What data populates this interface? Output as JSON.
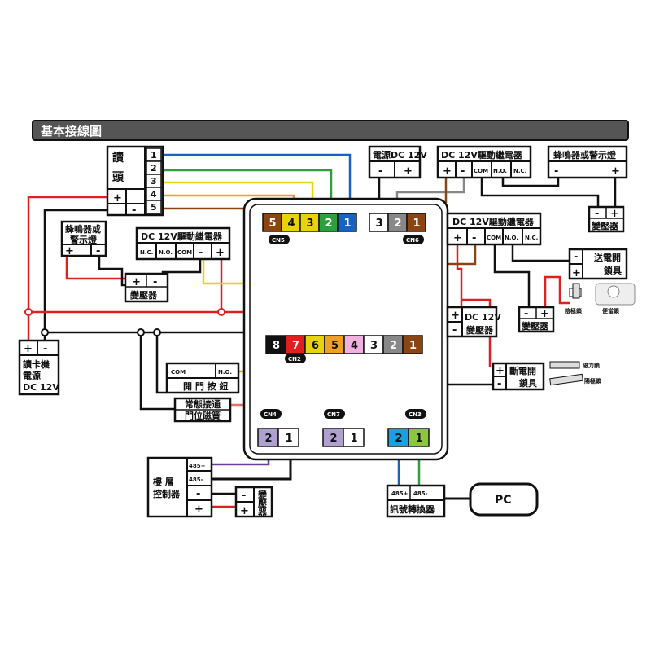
{
  "title": "基本接線圖",
  "reader": {
    "label": [
      "讀",
      "頭"
    ],
    "pins": [
      "1",
      "2",
      "3",
      "4",
      "5"
    ],
    "power_plus": "+",
    "power_minus": "-"
  },
  "power_supply_top": {
    "label": "電源DC 12V",
    "minus": "-",
    "plus": "+"
  },
  "relay_top": {
    "title": "DC 12V驅動繼電器",
    "plus": "+",
    "minus": "-",
    "com": "COM",
    "no": "N.O.",
    "nc": "N.C."
  },
  "alarm_top": {
    "title": "蜂鳴器或警示燈",
    "minus": "-",
    "plus": "+"
  },
  "transformer_label": "變壓器",
  "buzzer_left": {
    "title": [
      "蜂鳴器或",
      "警示燈"
    ],
    "plus": "+",
    "minus": "-"
  },
  "relay_left": {
    "title": "DC 12V驅動繼電器",
    "nc": "N.C.",
    "no": "N.O.",
    "com": "COM",
    "minus": "-",
    "plus": "+"
  },
  "relay_right": {
    "title": "DC 12V驅動繼電器",
    "plus": "+",
    "minus": "-",
    "com": "COM",
    "no": "N.O.",
    "nc": "N.C."
  },
  "lock_power_on": {
    "label": [
      "送電開",
      "鎖具"
    ],
    "minus": "-",
    "plus": "+"
  },
  "lock_types_top": {
    "yin": "陰極鎖",
    "bian": "便當鎖"
  },
  "dc12v_transformer": {
    "label": [
      "DC 12V",
      "變壓器"
    ],
    "plus": "+",
    "minus": "-"
  },
  "lock_power_off": {
    "label": [
      "斷電開",
      "鎖具"
    ],
    "plus": "+",
    "minus": "-"
  },
  "lock_types_bottom": {
    "mag": "磁力鎖",
    "yang": "陽極鎖"
  },
  "controller": {
    "cn5": {
      "name": "CN5",
      "pins": [
        "5",
        "4",
        "3",
        "2",
        "1"
      ]
    },
    "cn6": {
      "name": "CN6",
      "pins": [
        "3",
        "2",
        "1"
      ]
    },
    "cn2": {
      "name": "CN2",
      "pins": [
        "8",
        "7",
        "6",
        "5",
        "4",
        "3",
        "2",
        "1"
      ]
    },
    "cn4": {
      "name": "CN4",
      "pins": [
        "2",
        "1"
      ]
    },
    "cn7": {
      "name": "CN7",
      "pins": [
        "2",
        "1"
      ]
    },
    "cn3": {
      "name": "CN3",
      "pins": [
        "2",
        "1"
      ]
    }
  },
  "card_power": {
    "plus": "+",
    "minus": "-",
    "label": [
      "讀卡機",
      "電源",
      "DC 12V"
    ]
  },
  "exit_button": {
    "com": "COM",
    "no": "N.O.",
    "label": "開 門 按 鈕"
  },
  "door_sensor": {
    "label": [
      "常態接通",
      "門位磁簧"
    ]
  },
  "floor_controller": {
    "label": [
      "樓 層",
      "控制器"
    ],
    "p485plus": "485+",
    "p485minus": "485-",
    "minus": "-",
    "plus": "+"
  },
  "transformer_vertical": [
    "變",
    "壓",
    "器"
  ],
  "converter": {
    "p1": "485+",
    "p2": "485-",
    "label": "訊號轉換器"
  },
  "pc": {
    "label": "PC"
  },
  "colors": {
    "red": "#e02020",
    "black": "#111111",
    "blue": "#1565c0",
    "green": "#2e9e3e",
    "yellow": "#e8d20a",
    "orange": "#f0a020",
    "brown": "#8b4513",
    "gray": "#888888",
    "pink": "#e07070",
    "violet": "#b0a0d0",
    "cyan": "#18a0e0",
    "lightgreen": "#8cc63f"
  }
}
